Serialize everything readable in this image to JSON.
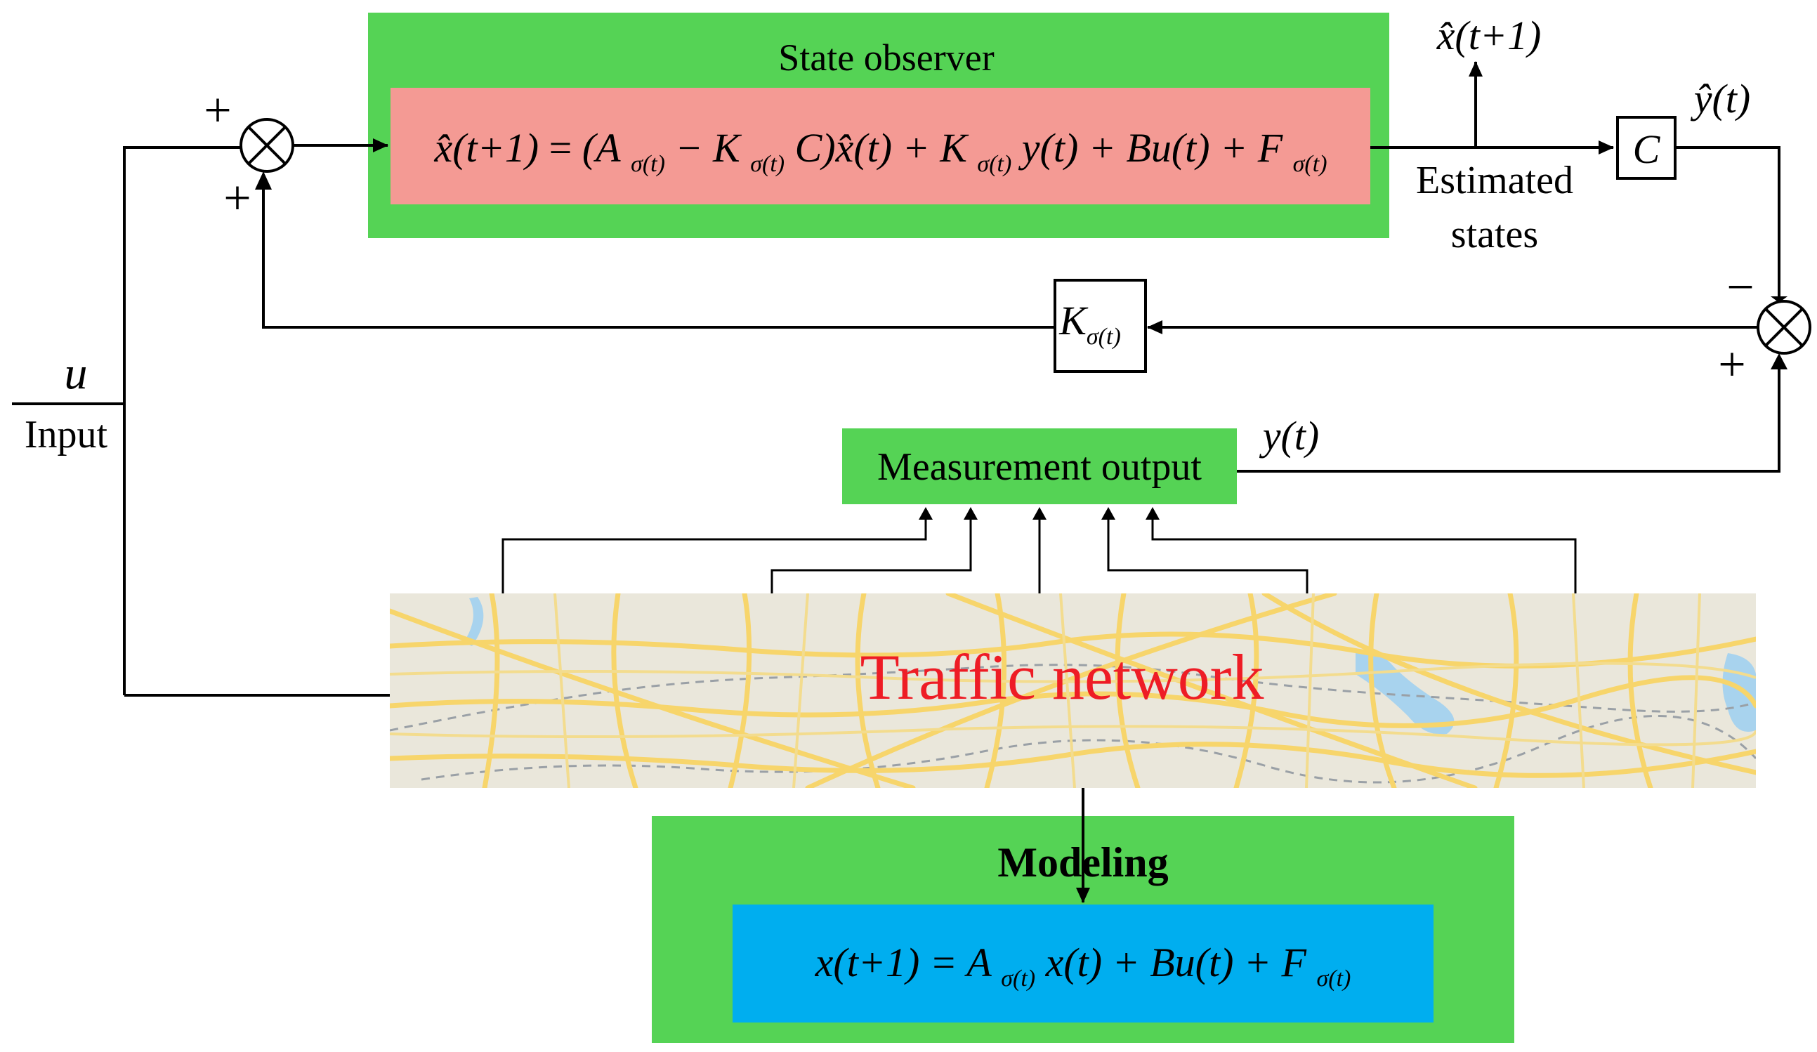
{
  "state_observer": {
    "title": "State observer",
    "equation": {
      "lhs": "x̂(t+1)",
      "eq": "=",
      "p1": "(A",
      "s1": "σ(t)",
      "p2": "− K",
      "s2": "σ(t)",
      "p3": "C)x̂(t) + K",
      "s3": "σ(t)",
      "p4": "y(t) + Bu(t) + F",
      "s4": "σ(t)"
    }
  },
  "outputs": {
    "xhat_next": "x̂(t+1)",
    "yhat": "ŷ(t)",
    "estimated_states_line1": "Estimated",
    "estimated_states_line2": "states",
    "c_block": "C"
  },
  "gain_block": {
    "k": "K",
    "sub": "σ(t)"
  },
  "signs": {
    "sum1_top": "+",
    "sum1_bottom": "+",
    "sum2_top": "−",
    "sum2_bottom": "+",
    "sum_symbol": "⊗"
  },
  "input": {
    "symbol": "u",
    "label": "Input"
  },
  "measurement": {
    "label": "Measurement output",
    "signal": "y(t)"
  },
  "traffic_network": {
    "label": "Traffic network"
  },
  "modeling": {
    "title": "Modeling",
    "equation": {
      "p1": "x(t+1) = A",
      "s1": "σ(t)",
      "p2": "x(t) + Bu(t) + F",
      "s2": "σ(t)"
    }
  },
  "colors": {
    "green_block": "#55d355",
    "red_equation": "#f49a94",
    "blue_equation": "#00aeef",
    "traffic_text": "#ee1c25",
    "map_background": "#ece9df",
    "map_roads": "#f7d56b"
  }
}
